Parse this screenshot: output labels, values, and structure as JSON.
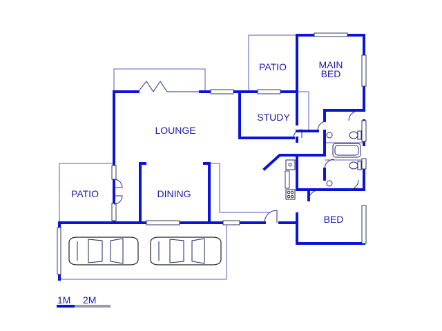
{
  "rooms": {
    "patio_top": "PATIO",
    "main_bed_line1": "MAIN",
    "main_bed_line2": "BED",
    "study": "STUDY",
    "lounge": "LOUNGE",
    "patio_left": "PATIO",
    "dining": "DINING",
    "bed": "BED"
  },
  "scale": {
    "label_1": "1M",
    "label_2": "2M"
  },
  "colors": {
    "wall": "#0a14d8",
    "label": "#1a1aa8",
    "outline": "#5a5ab8"
  }
}
